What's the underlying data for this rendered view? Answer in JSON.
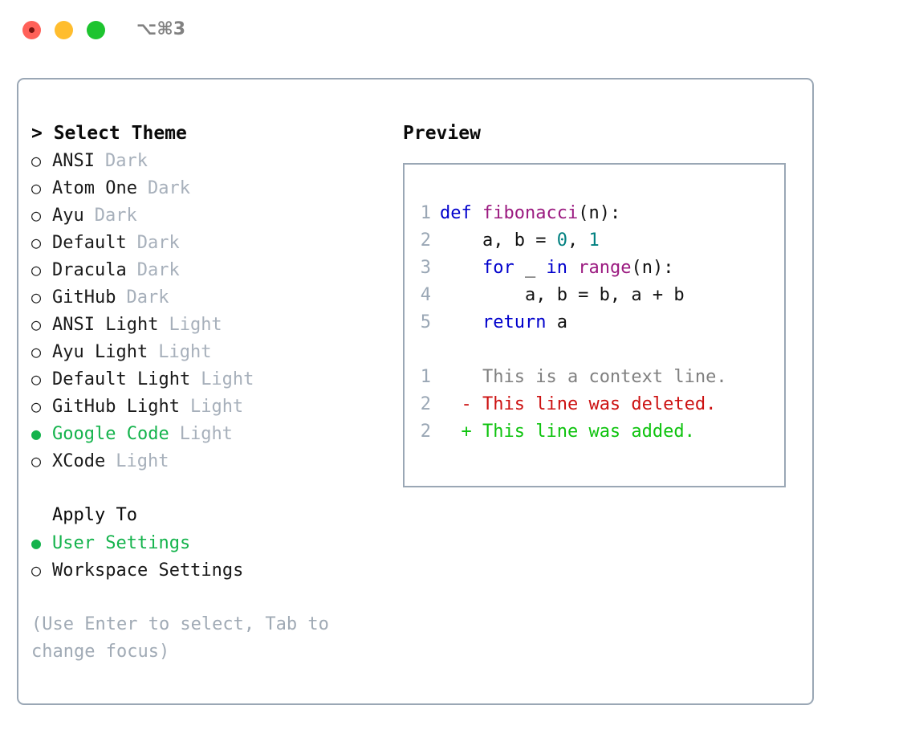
{
  "titlebar": {
    "shortcut": "⌥⌘3",
    "buttons": [
      {
        "name": "close",
        "color": "#ff6159"
      },
      {
        "name": "minimize",
        "color": "#ffbd2e"
      },
      {
        "name": "zoom",
        "color": "#1dc42f"
      }
    ]
  },
  "theme_picker": {
    "heading": "> Select Theme",
    "selected_glyph": "●",
    "unselected_glyph": "○",
    "accent_color": "#14b34c",
    "items": [
      {
        "name": "ANSI",
        "variant": "Dark",
        "selected": false
      },
      {
        "name": "Atom One",
        "variant": "Dark",
        "selected": false
      },
      {
        "name": "Ayu",
        "variant": "Dark",
        "selected": false
      },
      {
        "name": "Default",
        "variant": "Dark",
        "selected": false
      },
      {
        "name": "Dracula",
        "variant": "Dark",
        "selected": false
      },
      {
        "name": "GitHub",
        "variant": "Dark",
        "selected": false
      },
      {
        "name": "ANSI Light",
        "variant": "Light",
        "selected": false
      },
      {
        "name": "Ayu Light",
        "variant": "Light",
        "selected": false
      },
      {
        "name": "Default Light",
        "variant": "Light",
        "selected": false
      },
      {
        "name": "GitHub Light",
        "variant": "Light",
        "selected": false
      },
      {
        "name": "Google Code",
        "variant": "Light",
        "selected": true
      },
      {
        "name": "XCode",
        "variant": "Light",
        "selected": false
      }
    ]
  },
  "apply_to": {
    "heading": "Apply To",
    "items": [
      {
        "name": "User Settings",
        "selected": true
      },
      {
        "name": "Workspace Settings",
        "selected": false
      }
    ]
  },
  "hint": "(Use Enter to select, Tab to change focus)",
  "preview": {
    "heading": "Preview",
    "code_lines": [
      {
        "no": "1",
        "tokens": [
          {
            "t": "def ",
            "c": "kw"
          },
          {
            "t": "fibonacci",
            "c": "fn"
          },
          {
            "t": "(n):",
            "c": "plain"
          }
        ]
      },
      {
        "no": "2",
        "tokens": [
          {
            "t": "    a, b = ",
            "c": "plain"
          },
          {
            "t": "0",
            "c": "num"
          },
          {
            "t": ", ",
            "c": "plain"
          },
          {
            "t": "1",
            "c": "num"
          }
        ]
      },
      {
        "no": "3",
        "tokens": [
          {
            "t": "    ",
            "c": "plain"
          },
          {
            "t": "for",
            "c": "kw"
          },
          {
            "t": " _ ",
            "c": "plain"
          },
          {
            "t": "in",
            "c": "kw"
          },
          {
            "t": " ",
            "c": "plain"
          },
          {
            "t": "range",
            "c": "fn"
          },
          {
            "t": "(n):",
            "c": "plain"
          }
        ]
      },
      {
        "no": "4",
        "tokens": [
          {
            "t": "        a, b = b, a + b",
            "c": "plain"
          }
        ]
      },
      {
        "no": "5",
        "tokens": [
          {
            "t": "    ",
            "c": "plain"
          },
          {
            "t": "return",
            "c": "kw"
          },
          {
            "t": " a",
            "c": "plain"
          }
        ]
      }
    ],
    "diff_lines": [
      {
        "no": "1",
        "marker": " ",
        "text": " This is a context line.",
        "kind": "context"
      },
      {
        "no": "2",
        "marker": "-",
        "text": " This line was deleted.",
        "kind": "del"
      },
      {
        "no": "2",
        "marker": "+",
        "text": " This line was added.",
        "kind": "add"
      }
    ]
  },
  "colors": {
    "border": "#9aa7b5",
    "muted": "#a7b0bb",
    "keyword": "#0000cc",
    "function": "#9b1a80",
    "number": "#008080",
    "diff_del": "#cc1111",
    "diff_add": "#0ec30e",
    "diff_context": "#808080"
  }
}
